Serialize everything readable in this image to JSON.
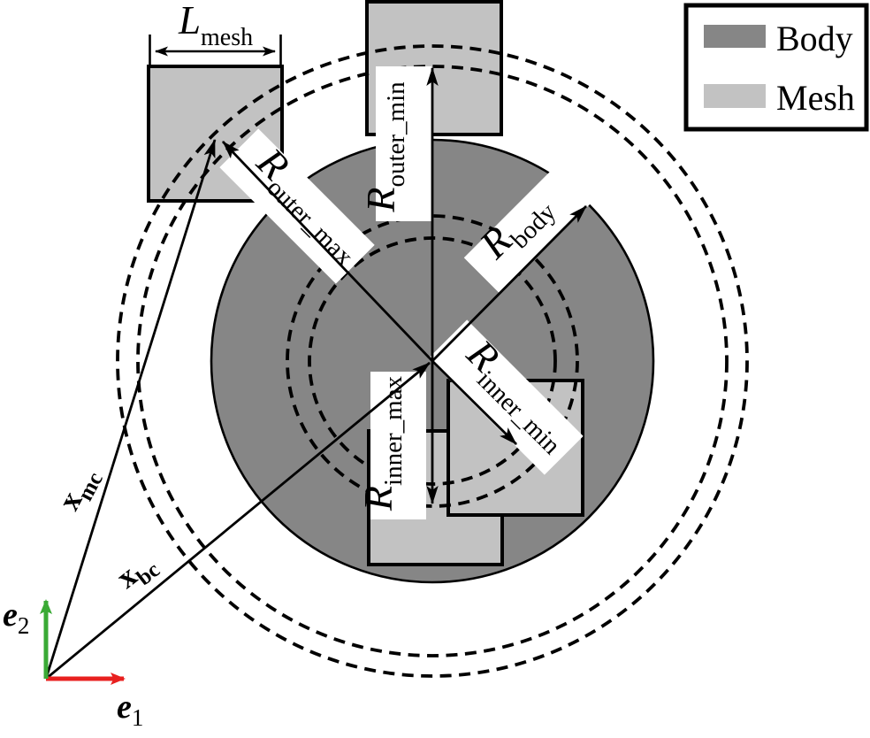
{
  "colors": {
    "body": "#868686",
    "mesh": "#c2c2c2",
    "stroke": "#000000",
    "label_bg": "#ffffff",
    "e1_red": "#e8201f",
    "e2_green": "#3aaa35"
  },
  "legend": {
    "items": [
      {
        "label": "Body",
        "color": "#868686"
      },
      {
        "label": "Mesh",
        "color": "#c2c2c2"
      }
    ]
  },
  "labels": {
    "l_mesh": {
      "main": "L",
      "sub": "mesh"
    },
    "r_outer_min": {
      "main": "R",
      "sub": "outer_min"
    },
    "r_outer_max": {
      "main": "R",
      "sub": "outer_max"
    },
    "r_body": {
      "main": "R",
      "sub": "body"
    },
    "r_inner_min": {
      "main": "R",
      "sub": "inner_min"
    },
    "r_inner_max": {
      "main": "R",
      "sub": "inner_max"
    },
    "x_mc": {
      "main": "x",
      "sub": "mc"
    },
    "x_bc": {
      "main": "x",
      "sub": "bc"
    },
    "e1": {
      "main": "e",
      "sub": "1"
    },
    "e2": {
      "main": "e",
      "sub": "2"
    }
  }
}
